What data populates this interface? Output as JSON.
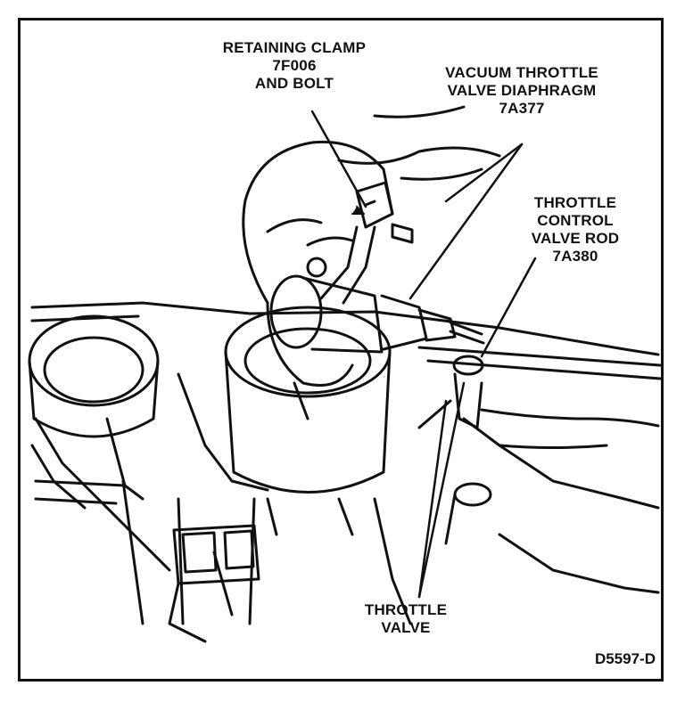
{
  "callouts": {
    "retaining_clamp": [
      "RETAINING CLAMP",
      "7F006",
      "AND BOLT"
    ],
    "vacuum_diaphragm": [
      "VACUUM THROTTLE",
      "VALVE DIAPHRAGM",
      "7A377"
    ],
    "control_rod": [
      "THROTTLE",
      "CONTROL",
      "VALVE ROD",
      "7A380"
    ],
    "throttle_valve": [
      "THROTTLE",
      "VALVE"
    ]
  },
  "figure_code": "D5597-D",
  "colors": {
    "ink": "#111111",
    "paper": "#ffffff"
  }
}
